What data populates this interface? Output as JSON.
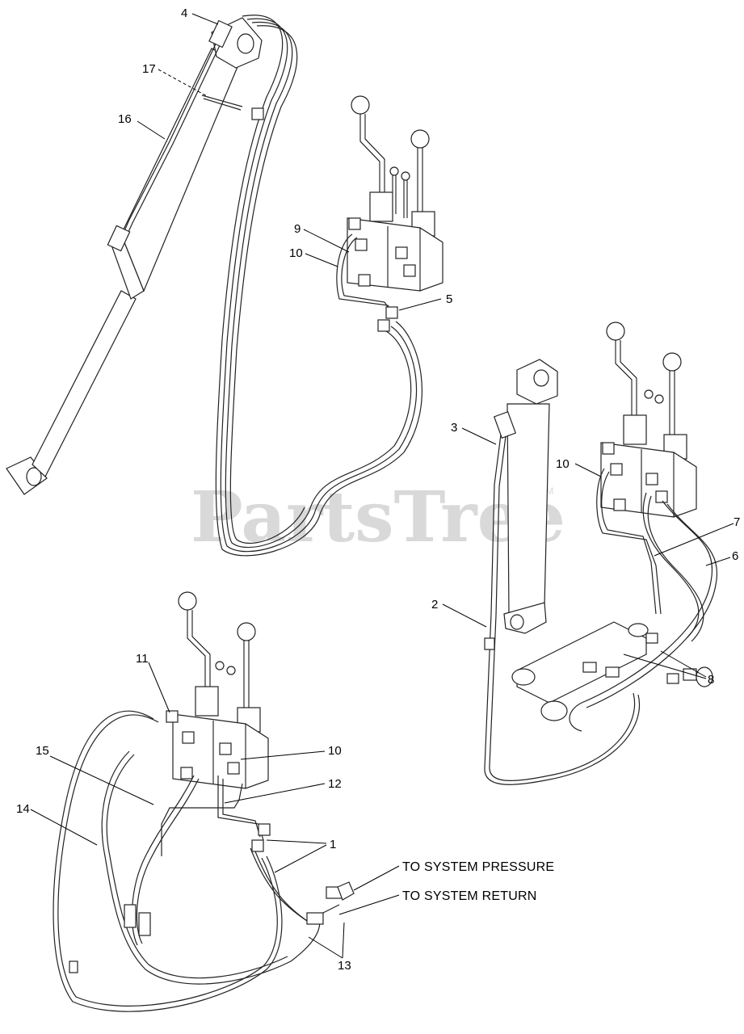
{
  "watermark": {
    "brand": "PartsTree",
    "trademark": "TM"
  },
  "callouts": [
    {
      "id": "c4",
      "label": "4"
    },
    {
      "id": "c17",
      "label": "17"
    },
    {
      "id": "c16",
      "label": "16"
    },
    {
      "id": "c9",
      "label": "9"
    },
    {
      "id": "c10a",
      "label": "10"
    },
    {
      "id": "c5",
      "label": "5"
    },
    {
      "id": "c3",
      "label": "3"
    },
    {
      "id": "c10b",
      "label": "10"
    },
    {
      "id": "c7",
      "label": "7"
    },
    {
      "id": "c6",
      "label": "6"
    },
    {
      "id": "c2",
      "label": "2"
    },
    {
      "id": "c8",
      "label": "8"
    },
    {
      "id": "c11",
      "label": "11"
    },
    {
      "id": "c15",
      "label": "15"
    },
    {
      "id": "c10c",
      "label": "10"
    },
    {
      "id": "c12",
      "label": "12"
    },
    {
      "id": "c14",
      "label": "14"
    },
    {
      "id": "c1",
      "label": "1"
    },
    {
      "id": "c13",
      "label": "13"
    }
  ],
  "system_labels": {
    "pressure": "TO SYSTEM PRESSURE",
    "return": "TO SYSTEM RETURN"
  }
}
